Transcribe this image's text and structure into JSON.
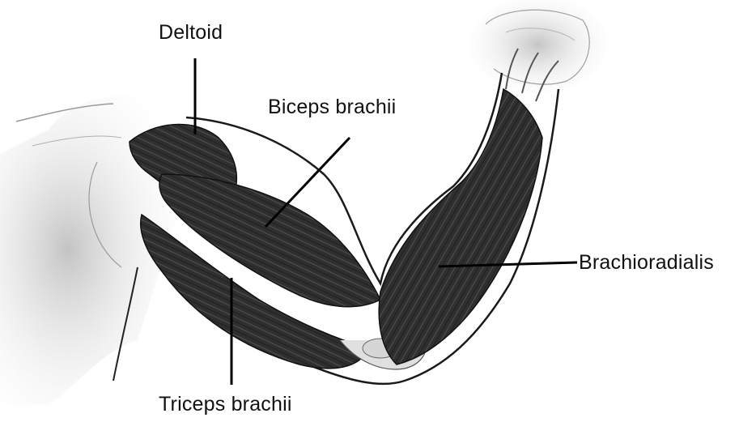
{
  "diagram": {
    "labels": {
      "deltoid": "Deltoid",
      "biceps": "Biceps brachii",
      "brachioradialis": "Brachioradialis",
      "triceps": "Triceps brachii"
    },
    "colors": {
      "muscle": "#2b2b2b",
      "muscle_fiber": "#4a4a4a",
      "outline": "#1a1a1a",
      "skin_shadow": "#c8c8c8",
      "bone": "#d9d9d9"
    }
  }
}
